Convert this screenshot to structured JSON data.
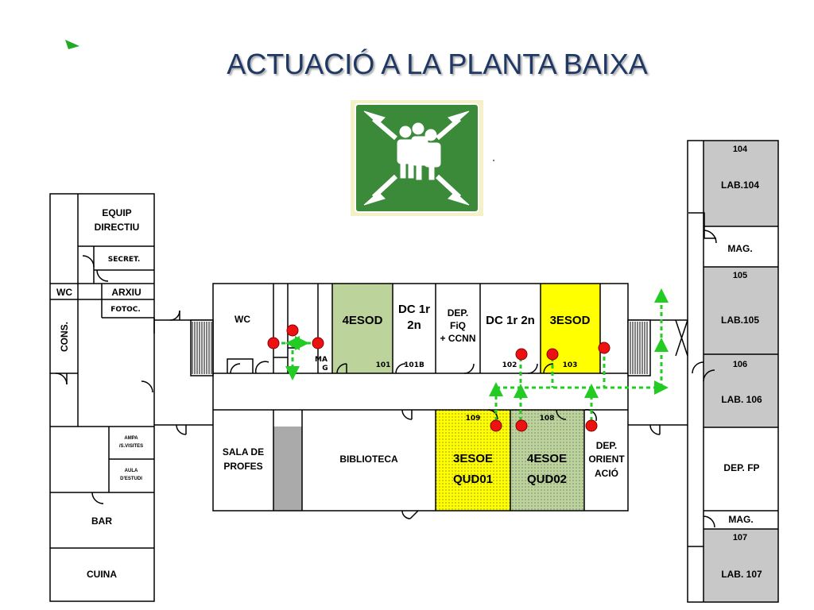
{
  "title": "ACTUACIÓ A LA PLANTA BAIXA",
  "sign_icon": "assembly-point-icon",
  "colors": {
    "title": "#1f3864",
    "wall": "#000000",
    "grey_room": "#c8c8c8",
    "green_room": "#bcd39c",
    "yellow_room": "#ffff00",
    "sign_green": "#3a8a3a",
    "arrow_green": "#22cc22",
    "point_red": "#ee1111"
  },
  "left_wing": {
    "equip": "EQUIP",
    "directiu": "DIRECTIU",
    "secret": "SECRET.",
    "wc": "WC",
    "arxiu": "ARXIU",
    "fotoc": "FOTOC.",
    "cons": "CONS.",
    "ampa1": "AMPA",
    "ampa2": "/S.VISITES",
    "aula1": "AULA",
    "aula2": "D'ESTUDI",
    "bar": "BAR",
    "cuina": "CUINA"
  },
  "central": {
    "wc": "WC",
    "mag1": "MA",
    "mag2": "G",
    "r4esod": "4ESOD",
    "n101": "101",
    "dc1a": "DC 1r",
    "dc1b": "2n",
    "n101b": "101B",
    "dep1": "DEP.",
    "dep2": "FiQ",
    "dep3": "+ CCNN",
    "dc2": "DC 1r 2n",
    "n102": "102",
    "r3esod": "3ESOD",
    "n103": "103",
    "sala1": "SALA DE",
    "sala2": "PROFES",
    "biblioteca": "BIBLIOTECA",
    "n109": "109",
    "q1a": "3ESOE",
    "q1b": "QUD01",
    "n108": "108",
    "q2a": "4ESOE",
    "q2b": "QUD02",
    "or1": "DEP.",
    "or2": "ORIENT",
    "or3": "ACIÓ"
  },
  "right_wing": {
    "n104": "104",
    "lab104": "LAB.104",
    "mag1": "MAG.",
    "n105": "105",
    "lab105": "LAB.105",
    "n106": "106",
    "lab106": "LAB. 106",
    "depfp": "DEP. FP",
    "mag2": "MAG.",
    "n107": "107",
    "lab107": "LAB. 107"
  }
}
